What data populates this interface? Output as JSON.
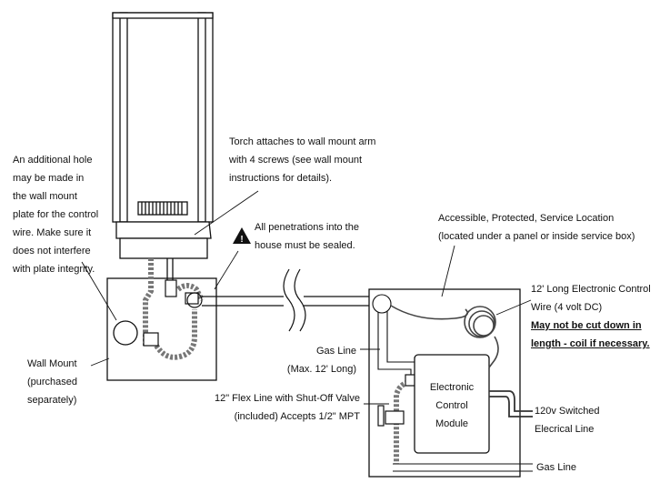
{
  "labels": {
    "additional_hole": [
      "An additional hole",
      "may be made in",
      "the wall mount",
      "plate for the control",
      "wire.  Make sure it",
      "does not interfere",
      "with plate integrity."
    ],
    "torch_attaches": [
      "Torch attaches to wall mount arm",
      "with 4 screws (see wall mount",
      "instructions for details)."
    ],
    "penetrations": [
      "All penetrations into the",
      "house must be sealed."
    ],
    "service_location": [
      "Accessible, Protected, Service Location",
      "(located under a panel or inside service box)"
    ],
    "control_wire": [
      "12' Long Electronic Control",
      "Wire (4 volt DC)"
    ],
    "cut_warning": [
      "May not be cut down in",
      "length - coil if necessary."
    ],
    "wall_mount": [
      "Wall Mount",
      "(purchased",
      "separately)"
    ],
    "gas_line_long": [
      "Gas Line",
      "(Max. 12' Long)"
    ],
    "flex_line": [
      "12\" Flex Line with Shut-Off Valve",
      "(included) Accepts 1/2\" MPT"
    ],
    "control_module": [
      "Electronic",
      "Control",
      "Module"
    ],
    "switched_line": [
      "120v Switched",
      "Elecrical Line"
    ],
    "gas_line": "Gas Line",
    "warning_symbol": "!"
  },
  "icons": {
    "warning": "warning-triangle-icon"
  },
  "colors": {
    "line": "#111111",
    "pipe": "#9a9a9a",
    "cable": "#555555"
  }
}
